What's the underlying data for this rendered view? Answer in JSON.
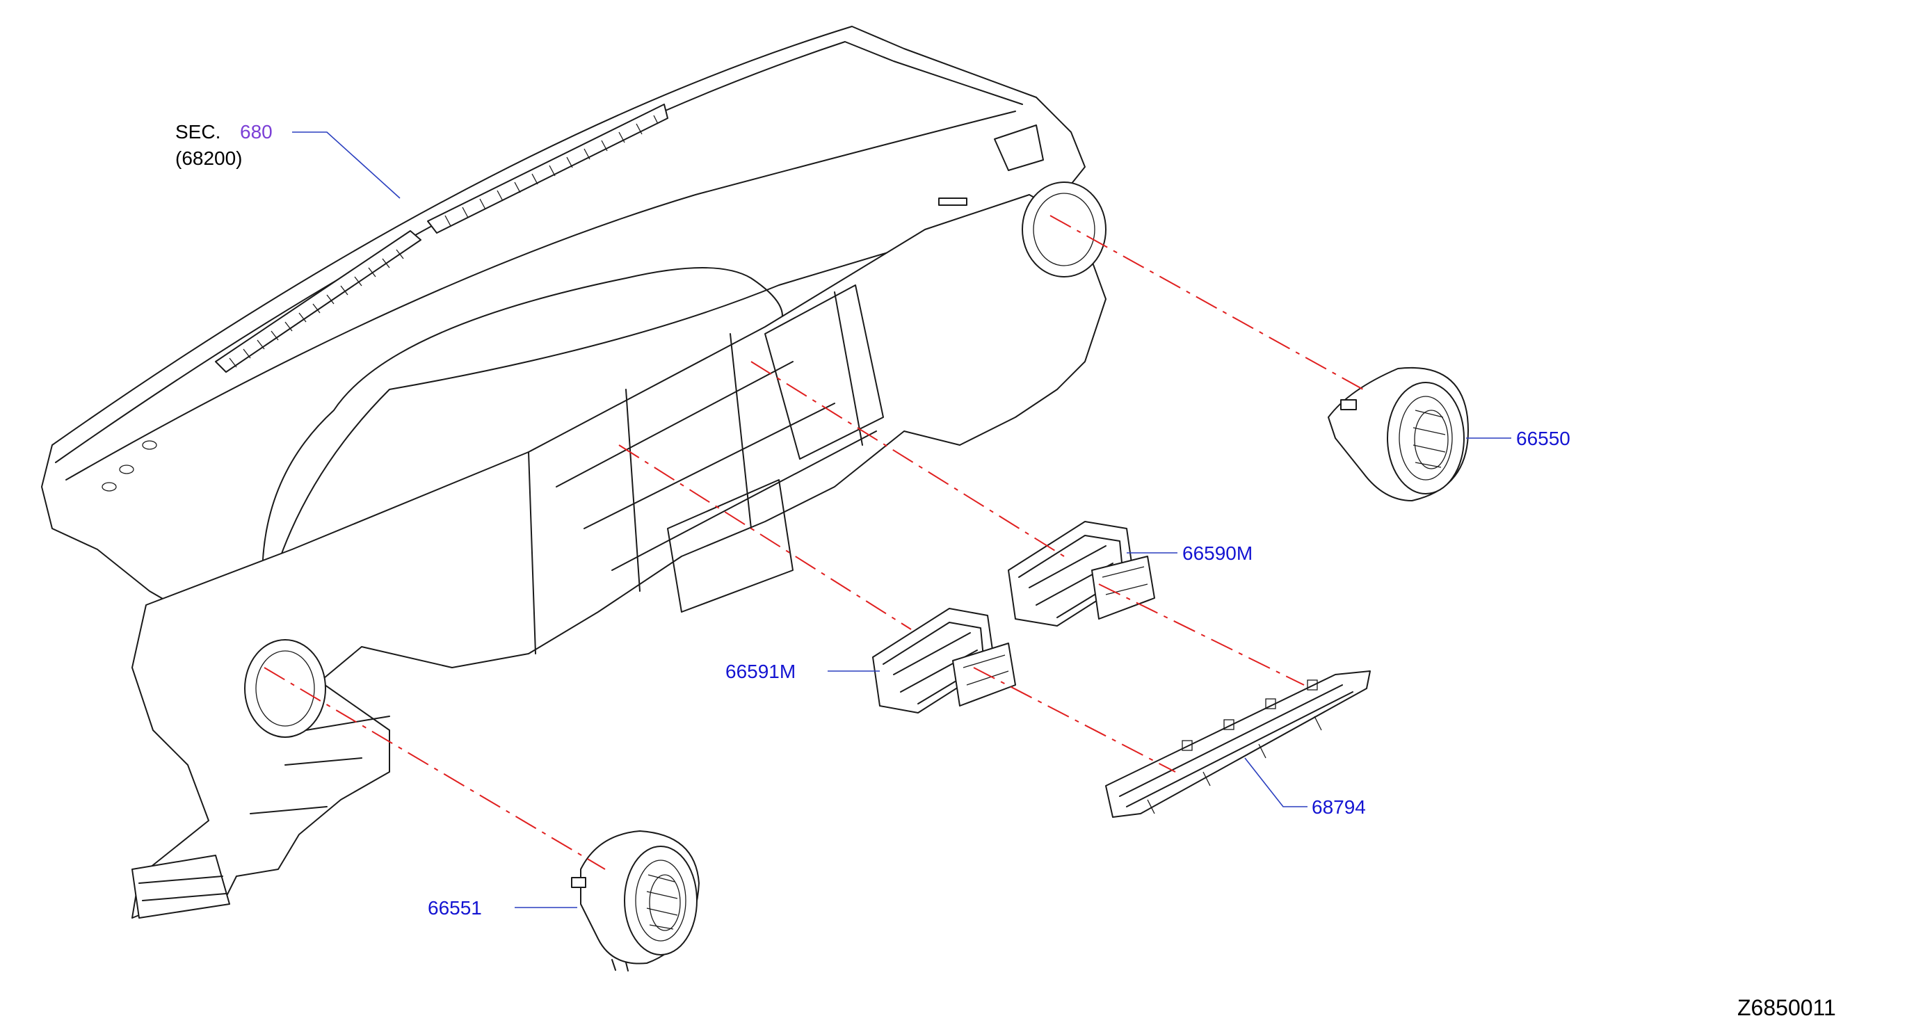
{
  "section_ref": {
    "prefix": "SEC.",
    "number": "680",
    "sub": "(68200)"
  },
  "callouts": {
    "p66550": "66550",
    "p66590m": "66590M",
    "p66591m": "66591M",
    "p68794": "68794",
    "p66551": "66551"
  },
  "diagram_id": "Z6850011",
  "colors": {
    "callout_text": "#1414d2",
    "section_link": "#7b3fd6",
    "leader": "#2a3fbf",
    "centerline": "#e02020",
    "line_art": "#1a1a1a"
  }
}
